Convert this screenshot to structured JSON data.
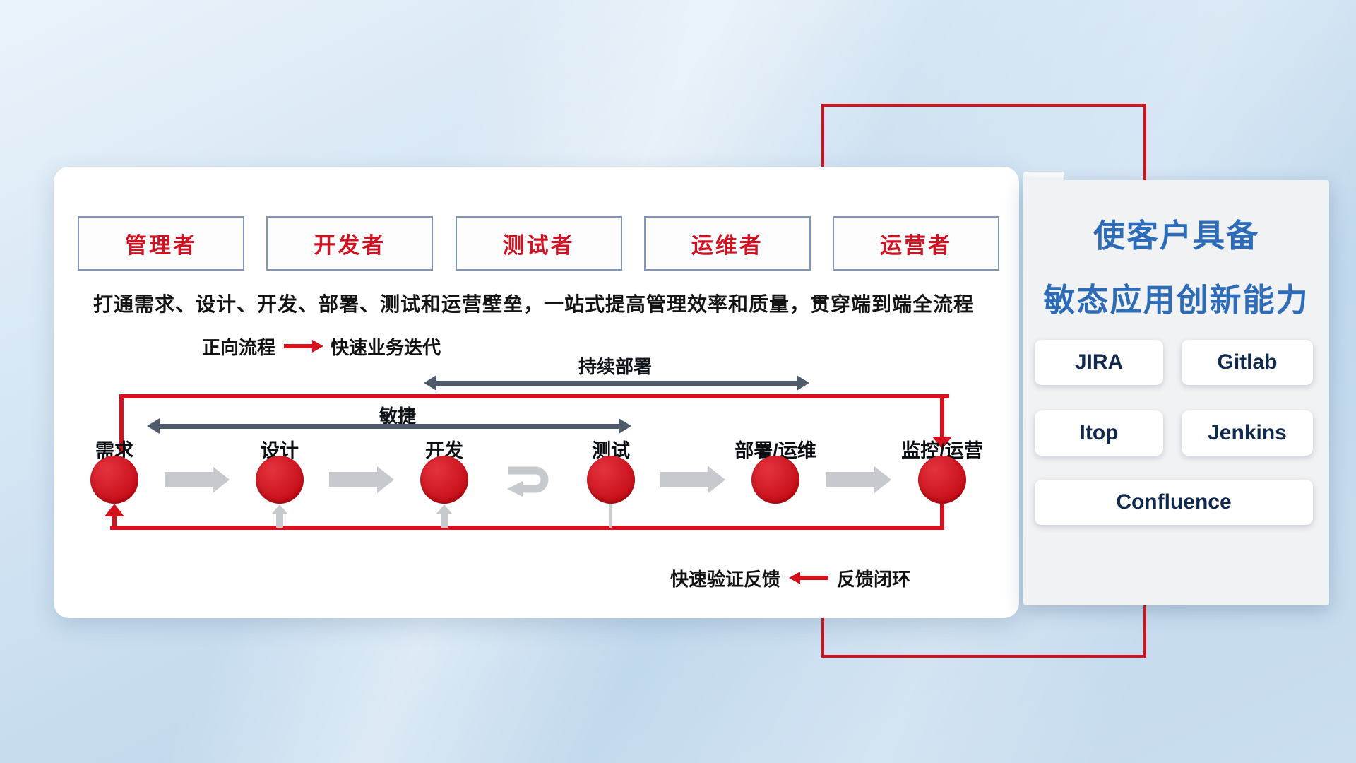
{
  "colors": {
    "red": "#d6101c",
    "slate_arrow": "#4d5b6b",
    "gray_arrow": "#c6c9ce",
    "title_blue": "#2e6cb8",
    "tool_navy": "#12294e",
    "role_red": "#cf1322"
  },
  "card": {
    "roles": [
      "管理者",
      "开发者",
      "测试者",
      "运维者",
      "运营者"
    ],
    "subtitle": "打通需求、设计、开发、部署、测试和运营壁垒，一站式提高管理效率和质量，贯穿端到端全流程",
    "forward_legend": {
      "label": "正向流程",
      "desc": "快速业务迭代"
    },
    "cd_label": "持续部署",
    "agile_label": "敏捷",
    "stages": [
      "需求",
      "设计",
      "开发",
      "测试",
      "部署/运维",
      "监控/运营"
    ],
    "feedback_legend": {
      "label": "快速验证反馈",
      "desc": "反馈闭环"
    }
  },
  "panel": {
    "title_line1": "使客户具备",
    "title_line2": "敏态应用创新能力",
    "tools": [
      "JIRA",
      "Gitlab",
      "Itop",
      "Jenkins",
      "Confluence"
    ]
  }
}
